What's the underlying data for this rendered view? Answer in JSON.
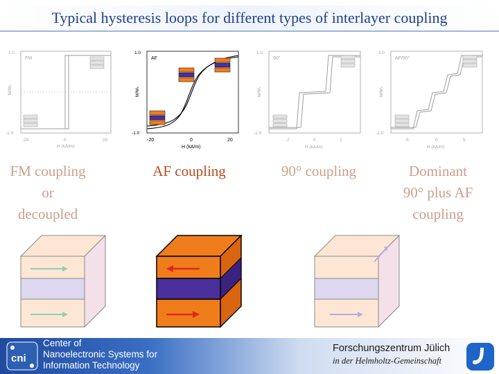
{
  "title": "Typical hysteresis loops for different types of interlayer coupling",
  "plots": [
    {
      "label": "FM",
      "ytop": "1.0",
      "ybot": "-1.0",
      "ylabel": "M/Mₛ",
      "xticks": [
        "-20",
        "0",
        "20"
      ],
      "xlabel": "H (kA/m)"
    },
    {
      "label": "AF",
      "ytop": "1.0",
      "ybot": "-1.0",
      "ylabel": "M/Mₛ",
      "xticks": [
        "-20",
        "0",
        "20"
      ],
      "xlabel": "H (kA/m)"
    },
    {
      "label": "90°",
      "ytop": "1.0",
      "ybot": "-1.0",
      "ylabel": "M/Mₛ",
      "xticks": [
        "-2",
        "0",
        "2"
      ],
      "xlabel": "H (kA/m)"
    },
    {
      "label": "AF/90°",
      "ytop": "1.0",
      "ybot": "-1.0",
      "ylabel": "M/Mₛ",
      "xticks": [
        "-5",
        "0",
        "5"
      ],
      "xlabel": "H (kA/m)"
    }
  ],
  "captions": {
    "fm": [
      "FM coupling",
      "or",
      "decoupled"
    ],
    "af": "AF coupling",
    "ninety": "90° coupling",
    "dominant": [
      "Dominant",
      "90° plus ",
      "AF",
      "coupling"
    ]
  },
  "colors": {
    "orange": "#f07d1c",
    "purple": "#4b2f9a",
    "red_arrow": "#e0291c",
    "faded_orange": "#fbdcc4",
    "faded_purple": "#d9d3ee",
    "title_blue": "#1f3f8c"
  },
  "footer": {
    "left_lines": [
      "Center of",
      "Nanoelectronic Systems for",
      "Information Technology"
    ],
    "logo_left_text": "cni",
    "right_title": "Forschungszentrum Jülich",
    "right_sub": "in der Helmholtz-Gemeinschaft"
  }
}
